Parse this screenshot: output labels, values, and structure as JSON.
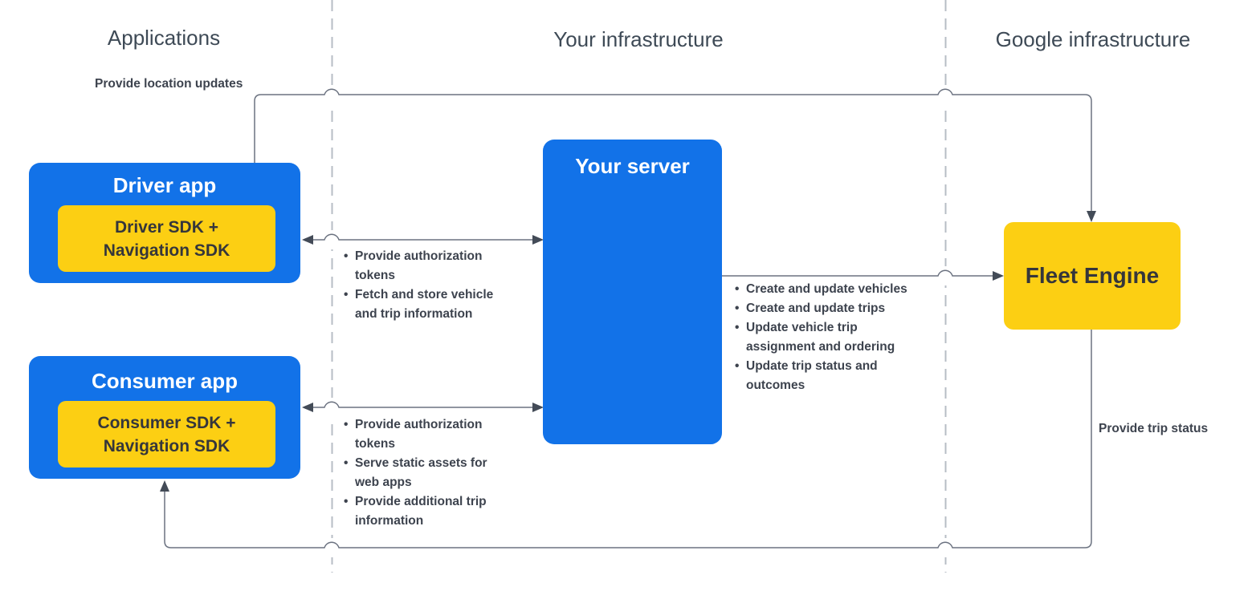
{
  "columns": {
    "applications": "Applications",
    "your_infrastructure": "Your infrastructure",
    "google_infrastructure": "Google infrastructure"
  },
  "boxes": {
    "driver_app": {
      "title": "Driver app",
      "sdk_line1": "Driver SDK +",
      "sdk_line2": "Navigation SDK"
    },
    "consumer_app": {
      "title": "Consumer app",
      "sdk_line1": "Consumer SDK +",
      "sdk_line2": "Navigation SDK"
    },
    "your_server": {
      "title": "Your server"
    },
    "fleet_engine": {
      "title": "Fleet Engine"
    }
  },
  "edge_labels": {
    "provide_location_updates": "Provide location updates",
    "provide_trip_status": "Provide trip status"
  },
  "bullets": {
    "driver_server": [
      "Provide authorization tokens",
      "Fetch and store vehicle and trip information"
    ],
    "consumer_server": [
      "Provide authorization tokens",
      "Serve static assets for web apps",
      "Provide additional trip information"
    ],
    "server_fleet": [
      "Create and update vehicles",
      "Create and update trips",
      "Update vehicle trip assignment and ordering",
      "Update trip status and outcomes"
    ]
  },
  "colors": {
    "blue": "#1272e8",
    "yellow": "#fccf13",
    "line": "#6b7280",
    "arrowhead": "#434b57",
    "divider": "#b7bdc5",
    "text_dark": "#3d434e",
    "header_text": "#3e4a56",
    "on_blue_text": "#ffffff",
    "on_yellow_text": "#35363b"
  }
}
